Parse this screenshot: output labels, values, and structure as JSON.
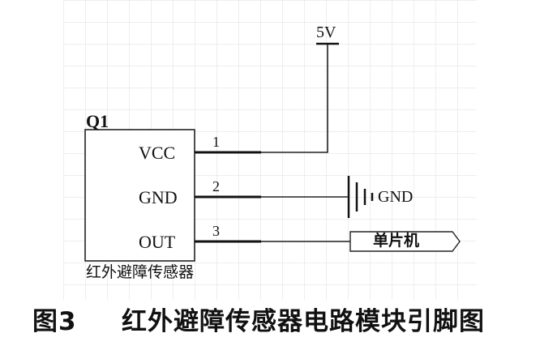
{
  "component": {
    "ref": "Q1",
    "name": "红外避障传感器",
    "pins": [
      {
        "number": "1",
        "name": "VCC"
      },
      {
        "number": "2",
        "name": "GND"
      },
      {
        "number": "3",
        "name": "OUT"
      }
    ]
  },
  "power_label": "5V",
  "ground_label": "GND",
  "net_label": "单片机",
  "caption": {
    "number": "图3",
    "text": "红外避障传感器电路模块引脚图"
  }
}
